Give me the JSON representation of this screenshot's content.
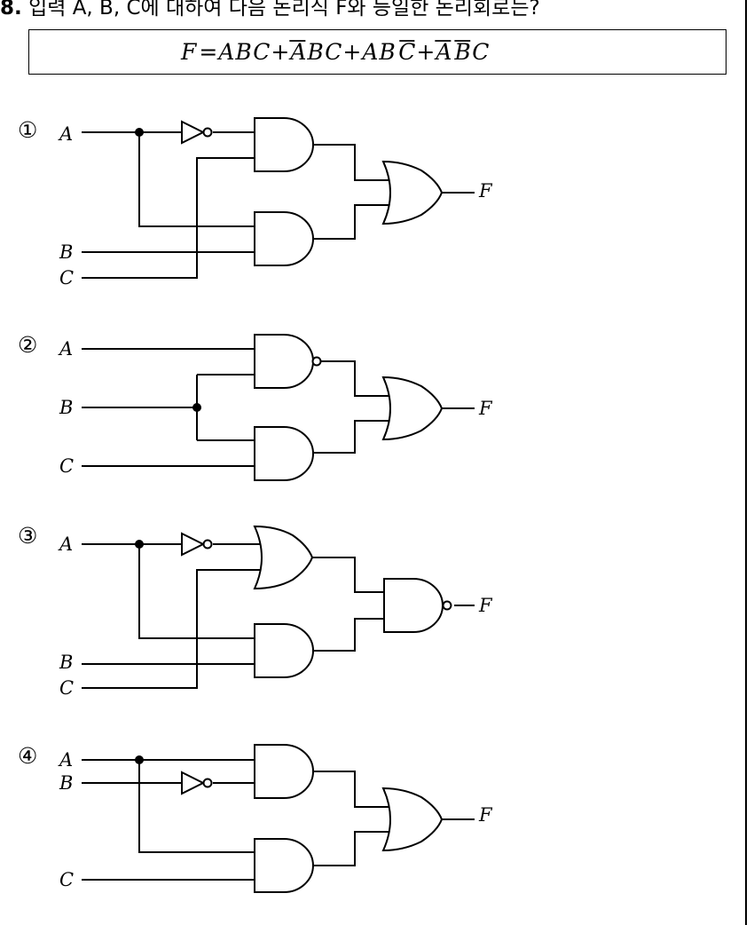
{
  "question": {
    "number": "8.",
    "text": "입력 A, B, C에 대하여 다음 논리식 F와 등일한 논리회로는?"
  },
  "formula": {
    "lhs": "F",
    "eq": "=",
    "terms": [
      {
        "letters": [
          {
            "v": "A",
            "bar": false
          },
          {
            "v": "B",
            "bar": false
          },
          {
            "v": "C",
            "bar": false
          }
        ]
      },
      {
        "letters": [
          {
            "v": "A",
            "bar": true
          },
          {
            "v": "B",
            "bar": false
          },
          {
            "v": "C",
            "bar": false
          }
        ]
      },
      {
        "letters": [
          {
            "v": "A",
            "bar": false
          },
          {
            "v": "B",
            "bar": false
          },
          {
            "v": "C",
            "bar": true
          }
        ]
      },
      {
        "letters": [
          {
            "v": "A",
            "bar": true
          },
          {
            "v": "B",
            "bar": true
          },
          {
            "v": "C",
            "bar": false
          }
        ]
      }
    ],
    "plus": "+"
  },
  "options": [
    {
      "marker": "①",
      "inputs": [
        "A",
        "B",
        "C"
      ],
      "output": "F",
      "gate1": "AND",
      "gate2": "AND",
      "final": "OR"
    },
    {
      "marker": "②",
      "inputs": [
        "A",
        "B",
        "C"
      ],
      "output": "F",
      "gate1": "NAND",
      "gate2": "AND",
      "final": "OR"
    },
    {
      "marker": "③",
      "inputs": [
        "A",
        "B",
        "C"
      ],
      "output": "F",
      "gate1": "OR",
      "gate2": "AND",
      "final": "NAND"
    },
    {
      "marker": "④",
      "inputs": [
        "A",
        "B",
        "C"
      ],
      "output": "F",
      "gate1": "AND",
      "gate2": "AND",
      "final": "OR"
    }
  ]
}
